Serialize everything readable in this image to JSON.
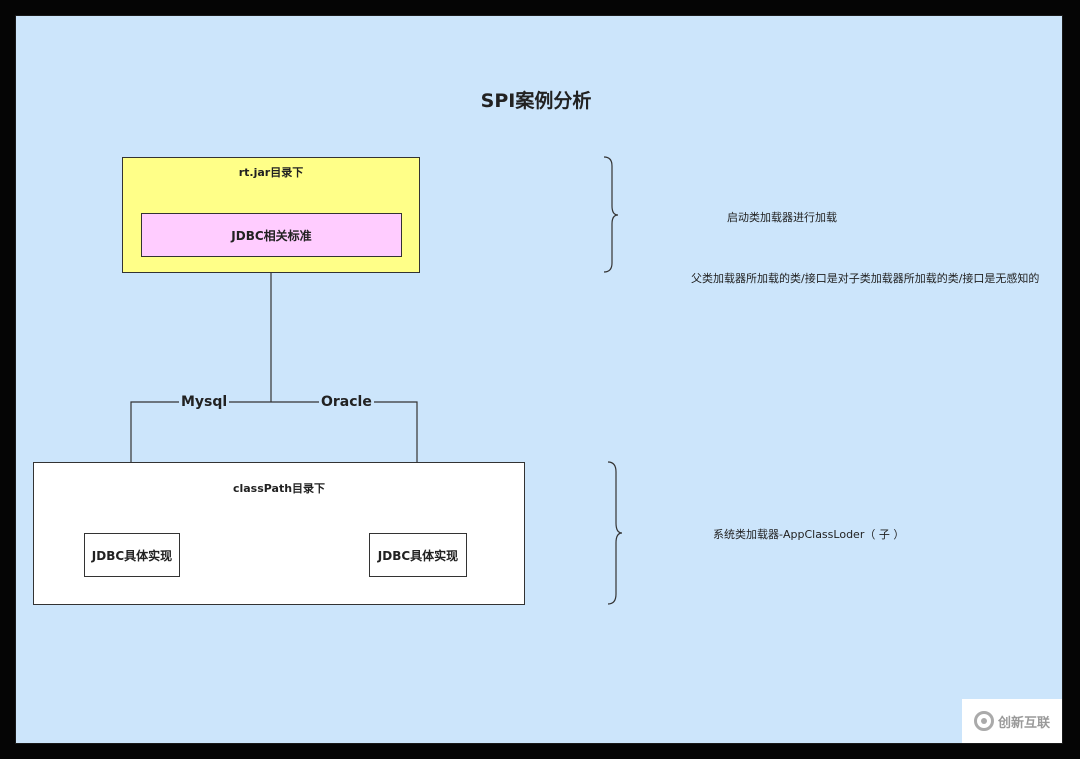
{
  "title": "SPI案例分析",
  "top_box": {
    "label": "rt.jar目录下",
    "fill": "#ffff88",
    "inner": {
      "label": "JDBC相关标准",
      "fill": "#ffccff"
    }
  },
  "bottom_box": {
    "label": "classPath目录下",
    "fill": "#ffffff",
    "impl_left": "JDBC具体实现",
    "impl_right": "JDBC具体实现"
  },
  "edges": {
    "left": "Mysql",
    "right": "Oracle"
  },
  "notes": {
    "bootstrap": "启动类加载器进行加载",
    "parent_rule": "父类加载器所加载的类/接口是对子类加载器所加载的类/接口是无感知的",
    "app_loader": "系统类加载器-AppClassLoder（ 子 ）"
  },
  "watermark": {
    "text": "创新互联"
  },
  "colors": {
    "background": "#cce5fb",
    "frame": "#050505"
  }
}
